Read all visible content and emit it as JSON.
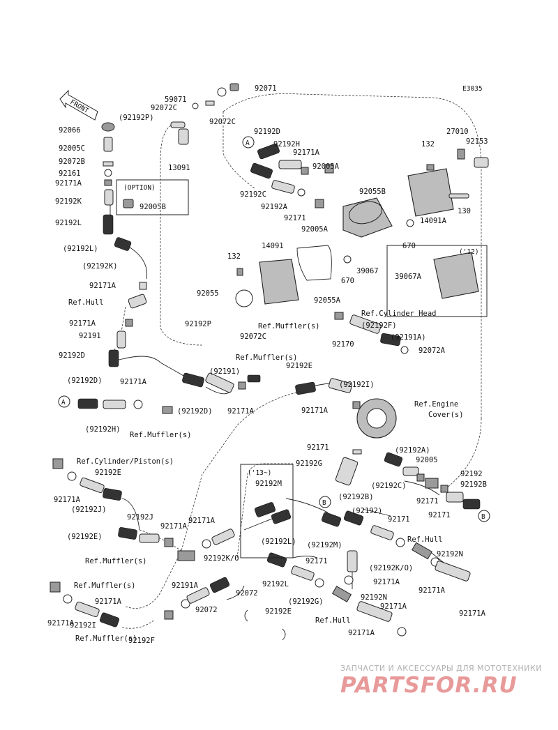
{
  "diagram_code": "E3035",
  "front_label": "FRONT",
  "option_label": "(OPTION)",
  "year_12": "('12)",
  "year_13": "('13~)",
  "callouts": {
    "a": "A",
    "b": "B"
  },
  "labels": [
    "92071",
    "59071",
    "92072C",
    "(92192P)",
    "92072C",
    "13091",
    "92066",
    "92005C",
    "92072B",
    "92161",
    "92171A",
    "92192K",
    "92192L",
    "92005B",
    "(92192L)",
    "(92192K)",
    "92171A",
    "Ref.Hull",
    "92171A",
    "92191",
    "92192D",
    "(92192D)",
    "92171A",
    "(92192H)",
    "Ref.Muffler(s)",
    "(92192D)",
    "92192D",
    "92192H",
    "92171A",
    "92005A",
    "92192C",
    "92192A",
    "92171",
    "92005A",
    "92055B",
    "670",
    "39067",
    "670",
    "132",
    "27010",
    "92153",
    "130",
    "14091A",
    "39067A",
    "132",
    "14091",
    "92055",
    "92055A",
    "Ref.Cylinder Head",
    "(92192F)",
    "92170",
    "(92191A)",
    "92072A",
    "92192P",
    "Ref.Muffler(s)",
    "92072C",
    "Ref.Muffler(s)",
    "(92191)",
    "92171A",
    "92192E",
    "(92192I)",
    "92171A",
    "Ref.Engine",
    "Cover(s)",
    "92171",
    "92192G",
    "(92192A)",
    "92005",
    "(92192C)",
    "92171",
    "92192",
    "92192B",
    "92171",
    "Ref.Cylinder/Piston(s)",
    "92192E",
    "92171A",
    "(92192J)",
    "92192J",
    "(92192E)",
    "92171A",
    "Ref.Muffler(s)",
    "92192M",
    "92171A",
    "92192K/O",
    "(92192L)",
    "(92192M)",
    "(92192B)",
    "(92192)",
    "92171",
    "Ref.Hull",
    "92192N",
    "92171A",
    "(92192K/O)",
    "92171A",
    "92192L",
    "92171",
    "(92192G)",
    "Ref.Hull",
    "92192N",
    "92171A",
    "92171A",
    "92171A",
    "Ref.Muffler(s)",
    "92171A",
    "92191A",
    "92072",
    "92072",
    "92192E",
    "92171A",
    "92192I",
    "Ref.Muffler(s)",
    "92192F"
  ],
  "watermark": {
    "caption": "ЗАПЧАСТИ И АКСЕССУАРЫ ДЛЯ МОТОТЕХНИКИ",
    "logo": "PARTSFOR.RU"
  }
}
